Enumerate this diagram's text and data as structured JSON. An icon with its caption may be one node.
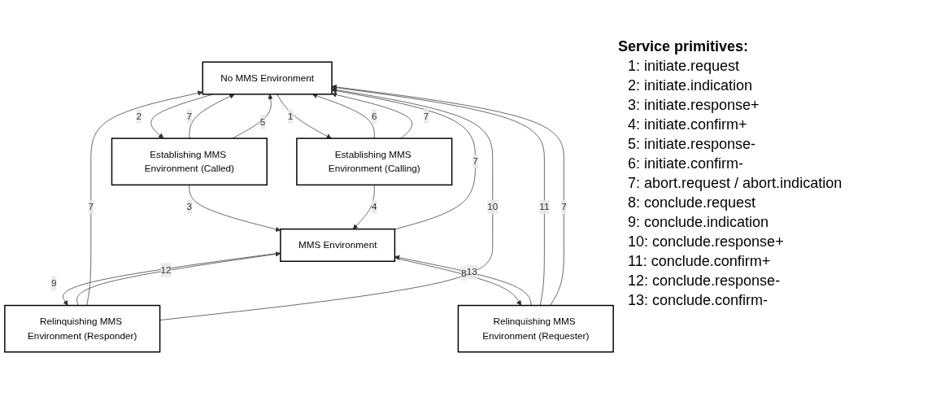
{
  "diagram": {
    "nodes": [
      {
        "text": [
          "No MMS Environment"
        ]
      },
      {
        "text": [
          "Establishing MMS Environment (Called)"
        ]
      },
      {
        "text": [
          "Establishing MMS Environment (Calling)"
        ]
      },
      {
        "text": [
          "MMS Environment"
        ]
      },
      {
        "text": [
          "Relinquishing MMS Environment (Responder)"
        ]
      },
      {
        "text": [
          "Relinquishing MMS Environment (Requester)"
        ]
      }
    ],
    "edges": [
      {
        "from": 0,
        "to": 1,
        "arrow": "to",
        "label": "2"
      },
      {
        "from": 0,
        "to": 2,
        "arrow": "to",
        "label": "1"
      },
      {
        "from": 1,
        "to": 0,
        "arrow": "to",
        "label": "7"
      },
      {
        "from": 1,
        "to": 0,
        "arrow": "to",
        "label": "5"
      },
      {
        "from": 2,
        "to": 0,
        "arrow": "to",
        "label": "6"
      },
      {
        "from": 2,
        "to": 0,
        "arrow": "to",
        "label": "7"
      },
      {
        "from": 1,
        "to": 3,
        "arrow": "to",
        "label": "3"
      },
      {
        "from": 2,
        "to": 3,
        "arrow": "to",
        "label": "4"
      },
      {
        "from": 3,
        "to": 0,
        "arrow": "to",
        "label": "7"
      },
      {
        "from": 3,
        "to": 4,
        "arrow": "to",
        "label": "9"
      },
      {
        "from": 3,
        "to": 5,
        "arrow": "to",
        "label": "8"
      },
      {
        "from": 4,
        "to": 3,
        "arrow": "to",
        "label": "12"
      },
      {
        "from": 5,
        "to": 3,
        "arrow": "to",
        "label": "13"
      },
      {
        "from": 4,
        "to": 0,
        "arrow": "to",
        "label": "7"
      },
      {
        "from": 4,
        "to": 0,
        "arrow": "to",
        "label": "10"
      },
      {
        "from": 5,
        "to": 0,
        "arrow": "to",
        "label": "11"
      },
      {
        "from": 5,
        "to": 0,
        "arrow": "to",
        "label": "7"
      }
    ],
    "labels": [
      "Service primitives:",
      "1: initiate.request",
      "2: initiate.indication",
      "3: initiate.response+",
      "4: initiate.confirm+",
      "5: initiate.response-",
      "6: initiate.confirm-",
      "7: abort.request / abort.indication",
      "8: conclude.request",
      "9: conclude.indication",
      "10: conclude.response+",
      "11: conclude.confirm+",
      "12: conclude.response-",
      "13: conclude.confirm-"
    ]
  }
}
